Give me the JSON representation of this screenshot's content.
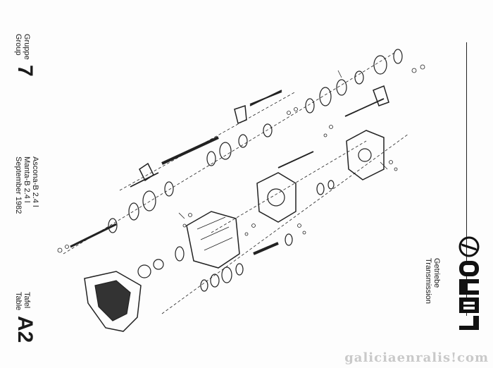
{
  "left_header": {
    "group_de": "Gruppe",
    "group_en": "Group",
    "group_number": "7",
    "models": [
      "Ascona-B 2.4 l",
      "Manta-B 2.4 l",
      "September 1982"
    ],
    "table_de": "Tafel",
    "table_en": "Table",
    "table_code": "A2"
  },
  "right_header": {
    "brand": "OPEL",
    "section_de": "Getriebe",
    "section_en": "Transmission"
  },
  "watermark": "galiciaenralis!com"
}
